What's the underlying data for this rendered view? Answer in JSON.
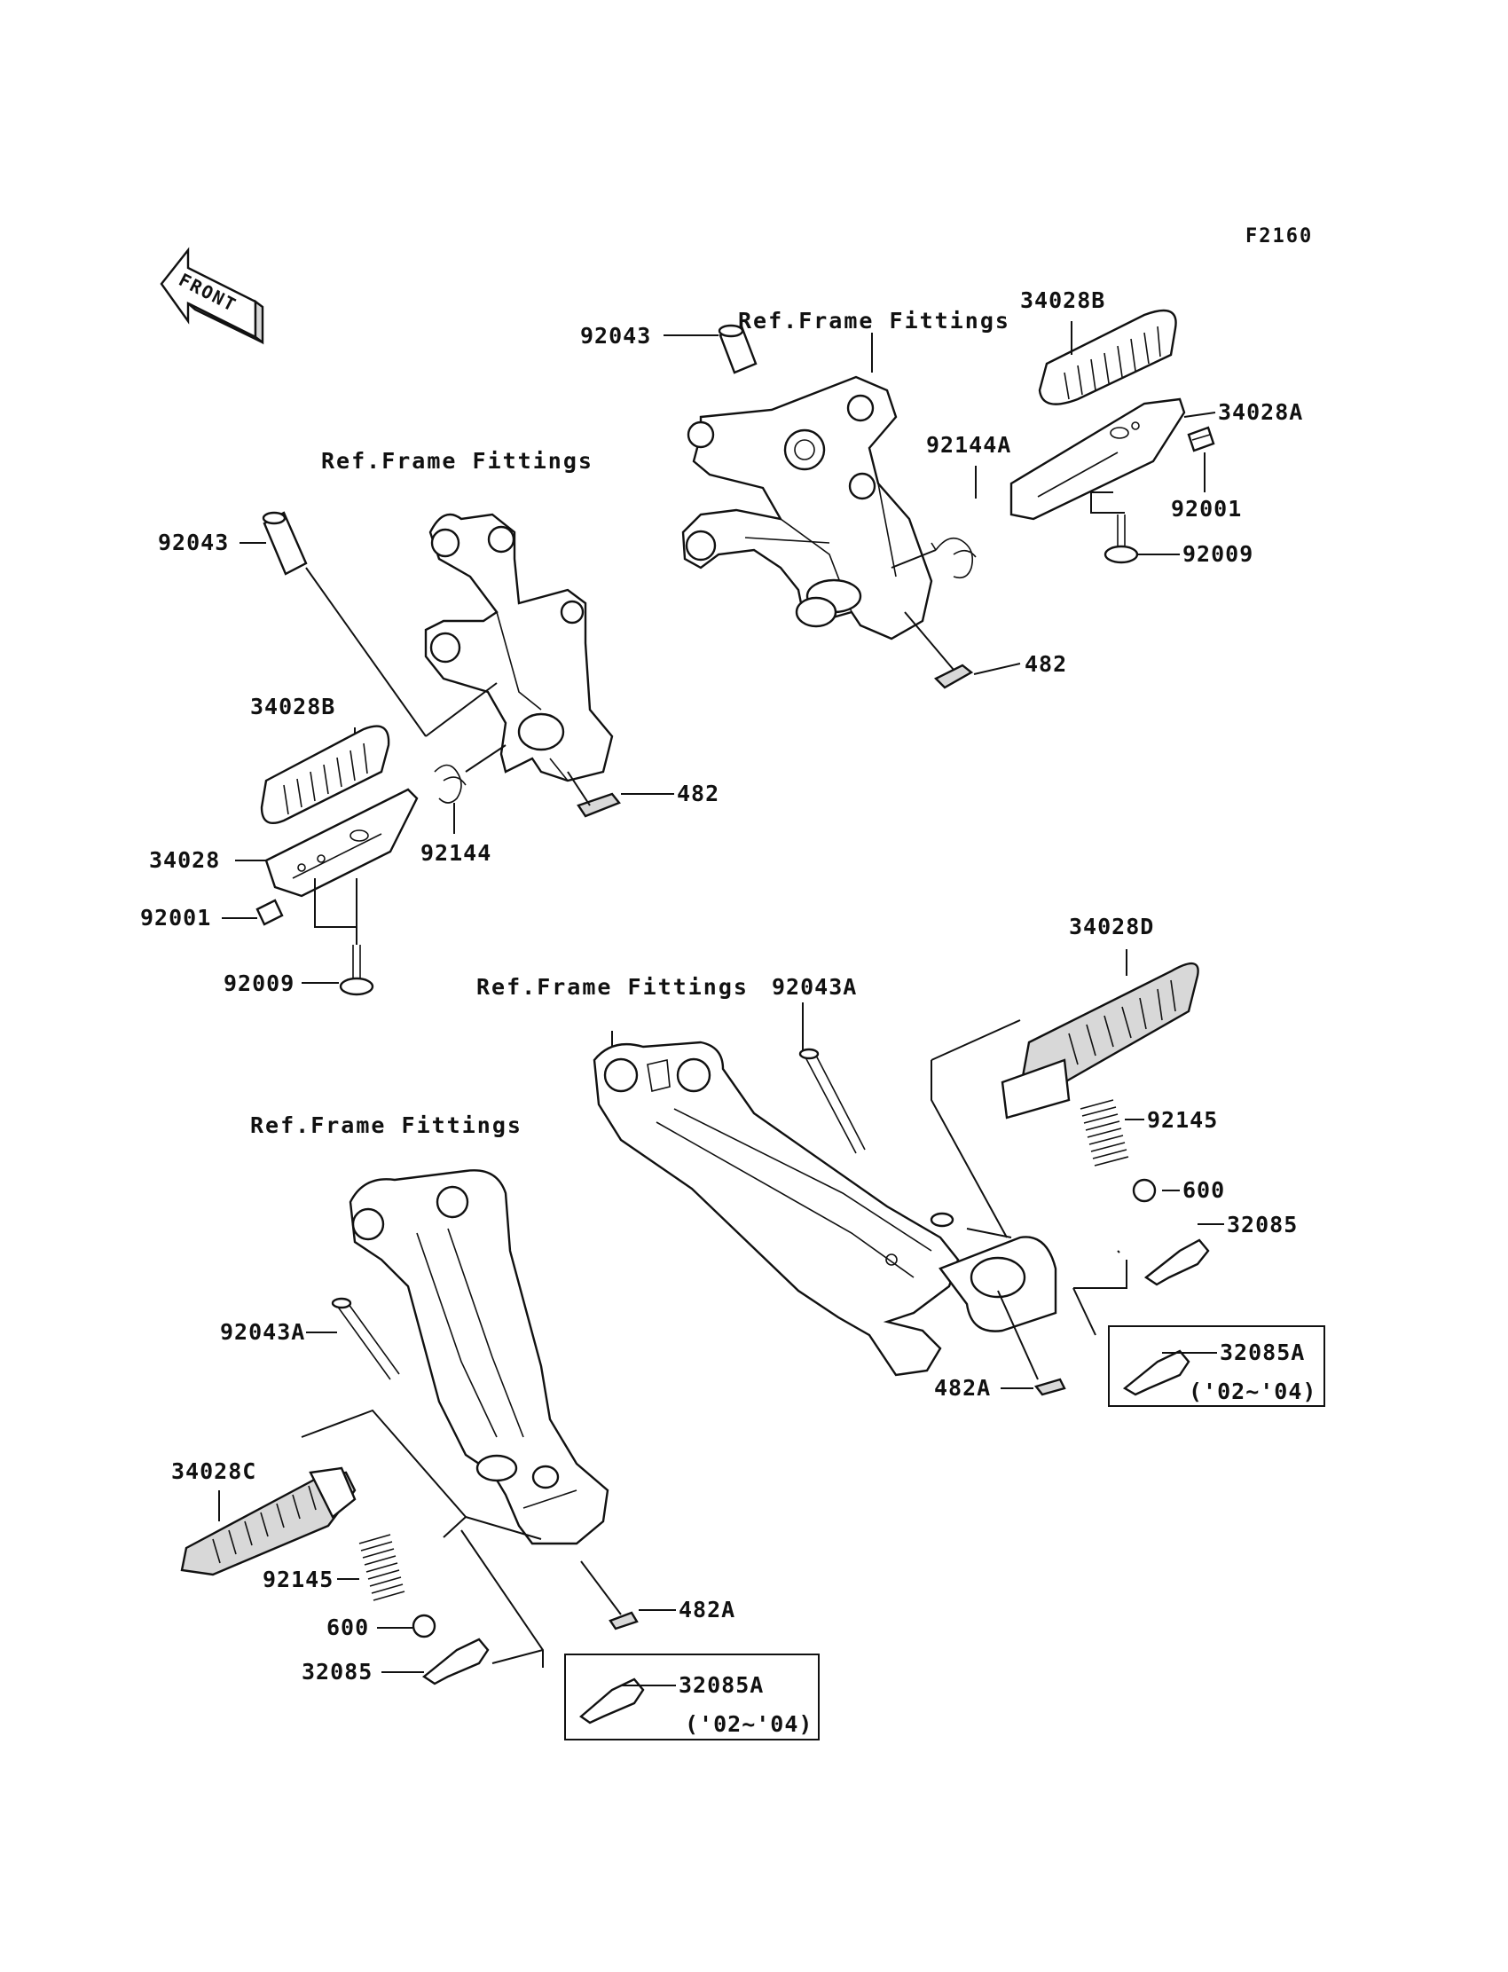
{
  "figure_code": "F2160",
  "front_arrow": {
    "label": "FRONT",
    "icon": "front-arrow-icon"
  },
  "references": {
    "ref_top_right": "Ref.Frame Fittings",
    "ref_top_left": "Ref.Frame Fittings",
    "ref_mid_right": "Ref.Frame Fittings",
    "ref_bottom_left": "Ref.Frame Fittings"
  },
  "labels": {
    "p92043_tr": "92043",
    "p34028B_tr": "34028B",
    "p34028A": "34028A",
    "p92144A": "92144A",
    "p92001_tr": "92001",
    "p92009_tr": "92009",
    "p482_tr": "482",
    "p92043_tl": "92043",
    "p34028B_tl": "34028B",
    "p34028": "34028",
    "p92001_tl": "92001",
    "p92144": "92144",
    "p482_tl": "482",
    "p92009_tl": "92009",
    "p34028D": "34028D",
    "p92043A_mr": "92043A",
    "p92145_r": "92145",
    "p600_r": "600",
    "p32085_r": "32085",
    "p32085A_r": "32085A",
    "p482A_r": "482A",
    "p92043A_bl": "92043A",
    "p34028C": "34028C",
    "p92145_l": "92145",
    "p600_l": "600",
    "p32085_l": "32085",
    "p482A_l": "482A",
    "p32085A_l": "32085A"
  },
  "inset_boxes": {
    "right_years": "('02~'04)",
    "left_years": "('02~'04)"
  }
}
